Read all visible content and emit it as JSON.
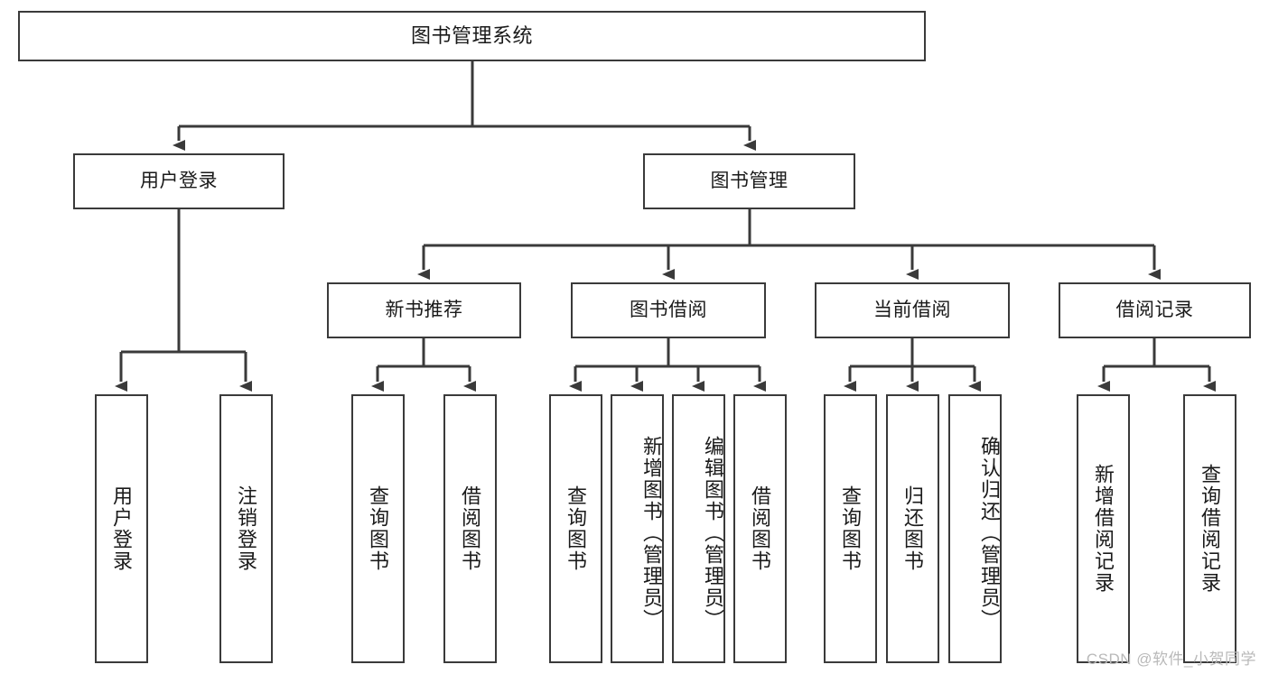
{
  "diagram": {
    "type": "tree-hierarchy",
    "title": "图书管理系统",
    "watermark": "CSDN @软件_小贺同学",
    "colors": {
      "stroke": "#3a3a3a",
      "fill": "#ffffff",
      "text": "#1a1a1a",
      "watermark": "#b9b9b9"
    },
    "root": {
      "label": "图书管理系统"
    },
    "level2": [
      {
        "label": "用户登录"
      },
      {
        "label": "图书管理"
      }
    ],
    "level3": [
      {
        "label": "新书推荐"
      },
      {
        "label": "图书借阅"
      },
      {
        "label": "当前借阅"
      },
      {
        "label": "借阅记录"
      }
    ],
    "leaves": {
      "user_login": [
        {
          "label": "用户登录"
        },
        {
          "label": "注销登录"
        }
      ],
      "new_book": [
        {
          "label": "查询图书"
        },
        {
          "label": "借阅图书"
        }
      ],
      "book_borrow": [
        {
          "label": "查询图书"
        },
        {
          "label": "新增图书（管理员）"
        },
        {
          "label": "编辑图书（管理员）"
        },
        {
          "label": "借阅图书"
        }
      ],
      "current_borrow": [
        {
          "label": "查询图书"
        },
        {
          "label": "归还图书"
        },
        {
          "label": "确认归还（管理员）"
        }
      ],
      "borrow_record": [
        {
          "label": "新增借阅记录"
        },
        {
          "label": "查询借阅记录"
        }
      ]
    }
  }
}
